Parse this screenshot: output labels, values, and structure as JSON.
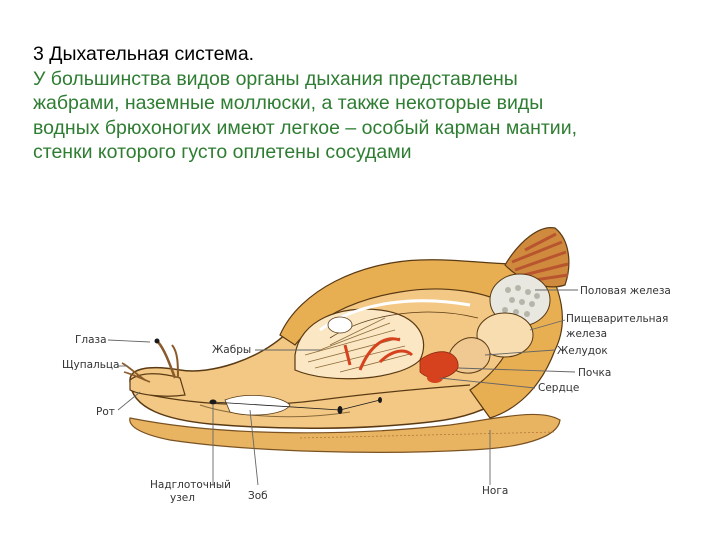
{
  "slide": {
    "heading": "3 Дыхательная система.",
    "body_lines": [
      "У большинства видов органы дыхания представлены",
      "жабрами, наземные моллюски, а также некоторые виды",
      "водных брюхоногих имеют легкое – особый карман мантии,",
      "стенки которого густо оплетены сосудами"
    ]
  },
  "diagram": {
    "labels": {
      "eyes": "Глаза",
      "tentacles": "Щупальца",
      "mouth": "Рот",
      "gills": "Жабры",
      "ganglion_line1": "Надглоточный",
      "ganglion_line2": "узел",
      "crop": "Зоб",
      "foot": "Нога",
      "gonad": "Половая железа",
      "digestive_line1": "Пищеварительная",
      "digestive_line2": "железа",
      "stomach": "Желудок",
      "kidney": "Почка",
      "heart": "Сердце"
    },
    "colors": {
      "body": "#f3c884",
      "shell": "#e7ae52",
      "shell_stripes": "#b8552f",
      "organ_red": "#d7421e",
      "outline": "#5a3a14",
      "text": "#2e7d32"
    }
  }
}
